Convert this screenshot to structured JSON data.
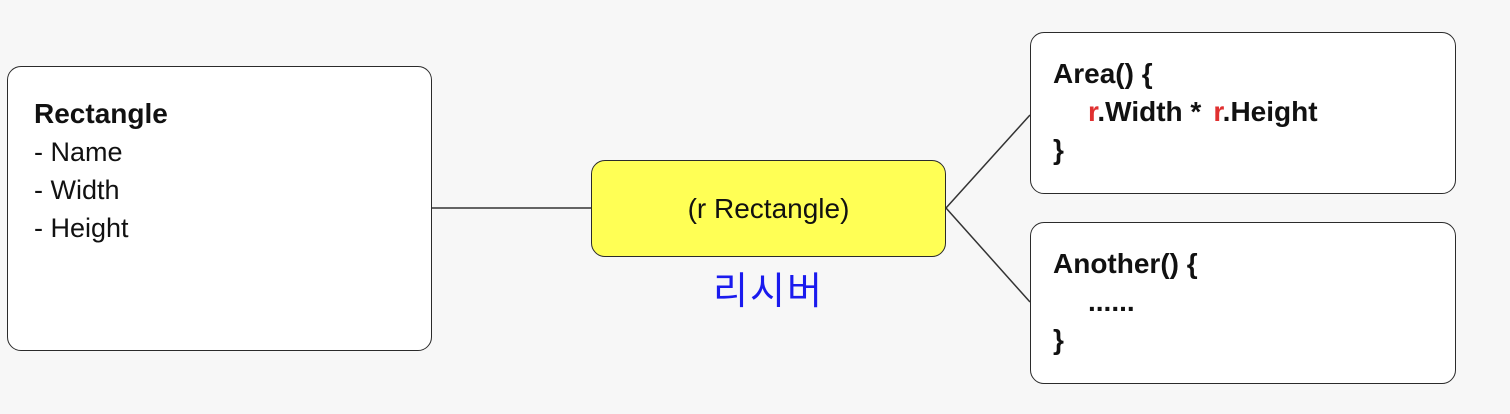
{
  "struct": {
    "title": "Rectangle",
    "fields": [
      "- Name",
      "- Width",
      "- Height"
    ]
  },
  "receiver": {
    "label": "(r Rectangle)",
    "caption": "리시버"
  },
  "methods": {
    "area": {
      "signature": "Area() {",
      "body": {
        "var1": "r",
        "prop1": ".Width *",
        "var2": "r",
        "prop2": ".Height"
      },
      "close": "}"
    },
    "another": {
      "signature": "Another() {",
      "body": "......",
      "close": "}"
    }
  },
  "colors": {
    "receiver_fill": "#ffff55",
    "caption_color": "#1a1aee",
    "receiver_var_color": "#e03030",
    "background": "#f7f7f7"
  }
}
